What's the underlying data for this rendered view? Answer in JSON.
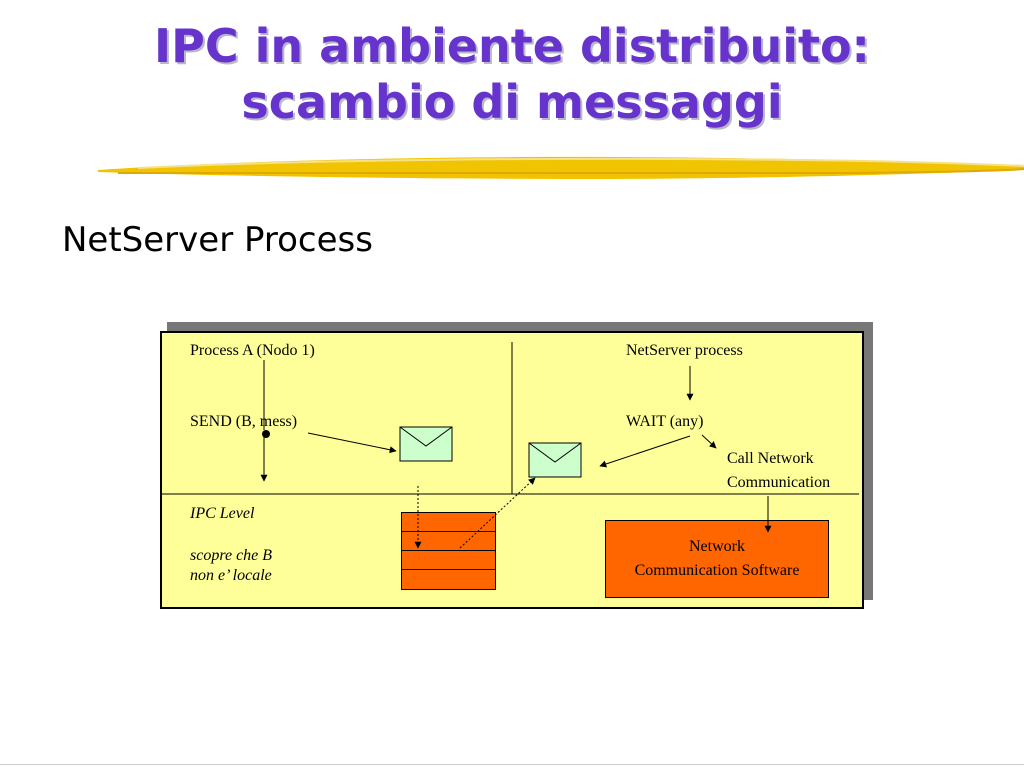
{
  "slide": {
    "title_line1": "IPC in ambiente distribuito:",
    "title_line2": "scambio di messaggi",
    "subtitle": "NetServer Process"
  },
  "diagram": {
    "process_a": "Process A (Nodo 1)",
    "send": "SEND (B, mess)",
    "netserver": "NetServer process",
    "wait": "WAIT (any)",
    "call_network_line1": "Call Network",
    "call_network_line2": "Communication",
    "ipc_level": "IPC Level",
    "scopre_line1": "scopre che B",
    "scopre_line2": "non e’ locale",
    "ncs_line1": "Network",
    "ncs_line2": "Communication Software"
  },
  "colors": {
    "title": "#6633cc",
    "panel": "#ffff99",
    "box": "#ff6600",
    "envelope": "#ccffcc",
    "brush": "#f0c400"
  },
  "icons": [
    "envelope-icon",
    "envelope-icon"
  ]
}
